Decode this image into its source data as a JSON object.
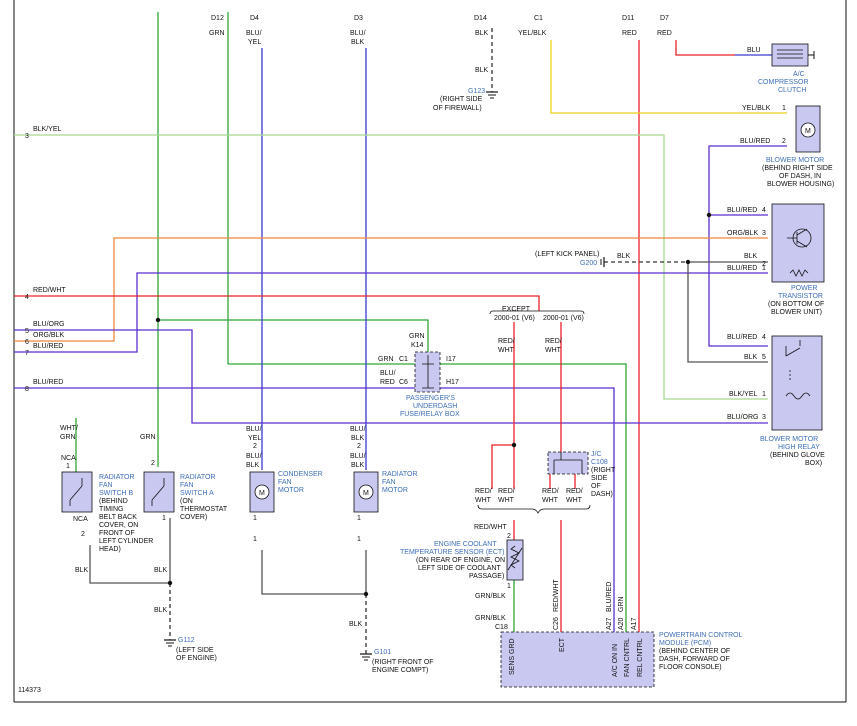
{
  "colors": {
    "green": "#2ea836",
    "blue": "#3a3ad0",
    "red": "#e8202a",
    "yellow": "#e8d21a",
    "orange": "#f0883a",
    "purple": "#5a2fd0",
    "lightgreen": "#a8d890",
    "gray": "#555555",
    "component_fill": "#c8c8f0",
    "label_blue": "#3f6fb8"
  },
  "fuse_top": {
    "d12": "D12",
    "d12_color": "GRN",
    "d4": "D4",
    "d4_color1": "BLU/",
    "d4_color2": "YEL",
    "d3": "D3",
    "d3_color1": "BLU/",
    "d3_color2": "BLK",
    "d14": "D14",
    "d14_color": "BLK",
    "c1": "C1",
    "c1_color": "YEL/BLK",
    "d11": "D11",
    "d11_color": "RED",
    "d7": "D7",
    "d7_color": "RED"
  },
  "left_pins": [
    {
      "num": "3",
      "color": "BLK/YEL"
    },
    {
      "num": "4",
      "color": "RED/WHT"
    },
    {
      "num": "5",
      "color": "BLU/ORG"
    },
    {
      "num": "6",
      "color": "ORG/BLK"
    },
    {
      "num": "7",
      "color": "BLU/RED"
    },
    {
      "num": "8",
      "color": "BLU/RED"
    }
  ],
  "ground_g123": {
    "blk": "BLK",
    "id": "G123",
    "loc1": "(RIGHT SIDE",
    "loc2": "OF FIREWALL)"
  },
  "ac_clutch": {
    "wire": "BLU",
    "l1": "A/C",
    "l2": "COMPRESSOR",
    "l3": "CLUTCH"
  },
  "blower_motor": {
    "wire1": "YEL/BLK",
    "pin1": "1",
    "wire2": "BLU/RED",
    "pin2": "2",
    "l1": "BLOWER MOTOR",
    "l2": "(BEHIND RIGHT SIDE",
    "l3": "OF DASH, IN",
    "l4": "BLOWER HOUSING)"
  },
  "power_transistor": {
    "w4": "BLU/RED",
    "p4": "4",
    "w3": "ORG/BLK",
    "p3": "3",
    "w2": "BLK",
    "p2": "2",
    "w1": "BLU/RED",
    "p1": "1",
    "kick": "(LEFT KICK PANEL)",
    "g200": "G200",
    "g200_wire": "BLK",
    "l1": "POWER",
    "l2": "TRANSISTOR",
    "l3": "(ON BOTTOM OF",
    "l4": "BLOWER UNIT)"
  },
  "high_relay": {
    "w4": "BLU/RED",
    "p4": "4",
    "w5": "BLK",
    "p5": "5",
    "w1": "BLK/YEL",
    "p1": "1",
    "w3": "BLU/ORG",
    "p3": "3",
    "l1": "BLOWER MOTOR",
    "l2": "HIGH RELAY",
    "l3": "(BEHIND GLOVE",
    "l4": "BOX)"
  },
  "under_dash": {
    "grn": "GRN",
    "k14": "K14",
    "c1_wire": "GRN",
    "c1": "C1",
    "i17": "I17",
    "c6_wire1": "BLU/",
    "c6_wire2": "RED",
    "c6": "C6",
    "h17": "H17",
    "l1": "PASSENGER'S",
    "l2": "UNDERDASH",
    "l3": "FUSE/RELAY BOX"
  },
  "except_note": {
    "except": "EXCEPT",
    "v1": "2000-01 (V6)",
    "v2": "2000-01 (V6)"
  },
  "red_wht": "RED/",
  "wht": "WHT",
  "jc108": {
    "l1": "J/C",
    "l2": "C108",
    "l3": "(RIGHT",
    "l4": "SIDE",
    "l5": "OF",
    "l6": "DASH)"
  },
  "rad_fan_b": {
    "top1": "WHT/",
    "top2": "GRN",
    "nca": "NCA",
    "pin1": "1",
    "nca2": "NCA",
    "pin2": "2",
    "l1": "RADIATOR",
    "l2": "FAN",
    "l3": "SWITCH B",
    "l4": "(BEHIND",
    "l5": "TIMING",
    "l6": "BELT BACK",
    "l7": "COVER, ON",
    "l8": "FRONT OF",
    "l9": "LEFT CYLINDER",
    "l10": "HEAD)",
    "blk": "BLK"
  },
  "rad_fan_a": {
    "grn": "GRN",
    "pin2": "2",
    "pin1": "1",
    "l1": "RADIATOR",
    "l2": "FAN",
    "l3": "SWITCH A",
    "l4": "(ON",
    "l5": "THERMOSTAT",
    "l6": "COVER)",
    "blk1": "BLK",
    "blk2": "BLK"
  },
  "condenser": {
    "w1": "BLU/",
    "w2": "YEL",
    "p2": "2",
    "w3": "BLU/",
    "w4": "BLK",
    "p1a": "1",
    "p1b": "1",
    "l1": "CONDENSER",
    "l2": "FAN",
    "l3": "MOTOR"
  },
  "rad_motor": {
    "w1": "BLU/",
    "w2": "BLK",
    "p2": "2",
    "w3": "BLU/",
    "w4": "BLK",
    "p1a": "1",
    "p1b": "1",
    "l1": "RADIATOR",
    "l2": "FAN",
    "l3": "MOTOR",
    "blk": "BLK"
  },
  "g112": {
    "id": "G112",
    "l1": "(LEFT SIDE",
    "l2": "OF ENGINE)"
  },
  "g101": {
    "id": "G101",
    "l1": "(RIGHT FRONT OF",
    "l2": "ENGINE COMPT)"
  },
  "ect": {
    "wire": "RED/WHT",
    "pin2": "2",
    "pin1": "1",
    "l1": "ENGINE COOLANT",
    "l2": "TEMPERATURE SENSOR (ECT)",
    "l3": "(ON REAR OF ENGINE, ON",
    "l4": "LEFT SIDE OF COOLANT",
    "l5": "PASSAGE)",
    "w_grnblk1": "GRN/BLK",
    "w_grnblk2": "GRN/BLK"
  },
  "pcm": {
    "c18": "C18",
    "c26": "C26",
    "a27": "A27",
    "a20": "A20",
    "a17": "A17",
    "w_c26": "RED/WHT",
    "w_a27": "BLU/RED",
    "w_a20": "GRN",
    "t1": "SENS GRD",
    "t2": "ECT",
    "t3": "A/C ON IN",
    "t4": "FAN CNTRL",
    "t5": "REL CNTRL",
    "l1": "POWERTRAIN CONTROL",
    "l2": "MODULE (PCM)",
    "l3": "(BEHIND CENTER OF",
    "l4": "DASH, FORWARD OF",
    "l5": "FLOOR CONSOLE)"
  },
  "figure_id": "114373"
}
